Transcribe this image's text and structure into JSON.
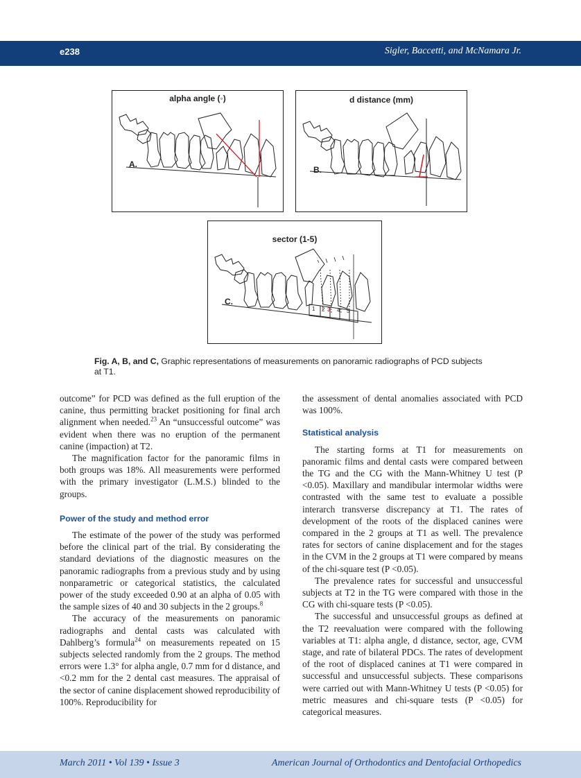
{
  "header": {
    "page_number": "e238",
    "authors": "Sigler, Baccetti, and McNamara Jr."
  },
  "figure": {
    "panels": [
      {
        "title": "alpha angle (◦)",
        "letter": "A."
      },
      {
        "title": "d distance (mm)",
        "letter": "B."
      },
      {
        "title": "sector (1-5)",
        "letter": "C.",
        "sector_numbers": [
          "1",
          "2",
          "3",
          "4",
          "5"
        ]
      }
    ],
    "caption_lead": "Fig. A, B, and C,",
    "caption_text": " Graphic representations of measurements on panoramic radiographs of PCD subjects at T1."
  },
  "left_column": {
    "p1": "outcome” for PCD was defined as the full eruption of the canine, thus permitting bracket positioning for final arch alignment when needed.",
    "p1_ref": "23",
    "p1_tail": " An “unsuccessful outcome” was evident when there was no eruption of the permanent canine (impaction) at T2.",
    "p2": "The magnification factor for the panoramic films in both groups was 18%. All measurements were performed with the primary investigator (L.M.S.) blinded to the groups.",
    "heading": "Power of the study and method error",
    "p3": "The estimate of the power of the study was performed before the clinical part of the trial. By considerating the standard deviations of the diagnostic measures on the panoramic radiographs from a previous study and by using nonparametric or categorical statistics, the calculated power of the study exceeded 0.90 at an alpha of 0.05 with the sample sizes of 40 and 30 subjects in the 2 groups.",
    "p3_ref": "8",
    "p4a": "The accuracy of the measurements on panoramic radiographs and dental casts was calculated with Dahlberg’s formula",
    "p4_ref": "24",
    "p4b": " on measurements repeated on 15 subjects selected randomly from the 2 groups. The method errors were 1.3° for alpha angle, 0.7 mm for d distance, and <0.2 mm for the 2 dental cast measures. The appraisal of the sector of canine displacement showed reproducibility of 100%. Reproducibility for"
  },
  "right_column": {
    "p1": "the assessment of dental anomalies associated with PCD was 100%.",
    "heading": "Statistical analysis",
    "p2": "The starting forms at T1 for measurements on panoramic films and dental casts were compared between the TG and the CG with the Mann-Whitney U test (P <0.05). Maxillary and mandibular intermolar widths were contrasted with the same test to evaluate a possible interarch transverse discrepancy at T1. The rates of development of the roots of the displaced canines were compared in the 2 groups at T1 as well. The prevalence rates for sectors of canine displacement and for the stages in the CVM in the 2 groups at T1 were compared by means of the chi-square test (P <0.05).",
    "p3": "The prevalence rates for successful and unsuccessful subjects at T2 in the TG were compared with those in the CG with chi-square tests (P <0.05).",
    "p4": "The successful and unsuccessful groups as defined at the T2 reevaluation were compared with the following variables at T1: alpha angle, d distance, sector, age, CVM stage, and rate of bilateral PDCs. The rates of development of the root of displaced canines at T1 were compared in successful and unsuccessful subjects. These comparisons were carried out with Mann-Whitney U tests (P <0.05) for metric measures and chi-square tests (P <0.05) for categorical measures."
  },
  "footer": {
    "issue": "March 2011 • Vol 139 • Issue 3",
    "journal": "American Journal of Orthodontics and Dentofacial Orthopedics"
  },
  "colors": {
    "header_bar": "#123f7a",
    "footer_bar": "#c7d5ea",
    "heading_blue": "#1c4f9c",
    "measure_red": "#d4232a"
  }
}
